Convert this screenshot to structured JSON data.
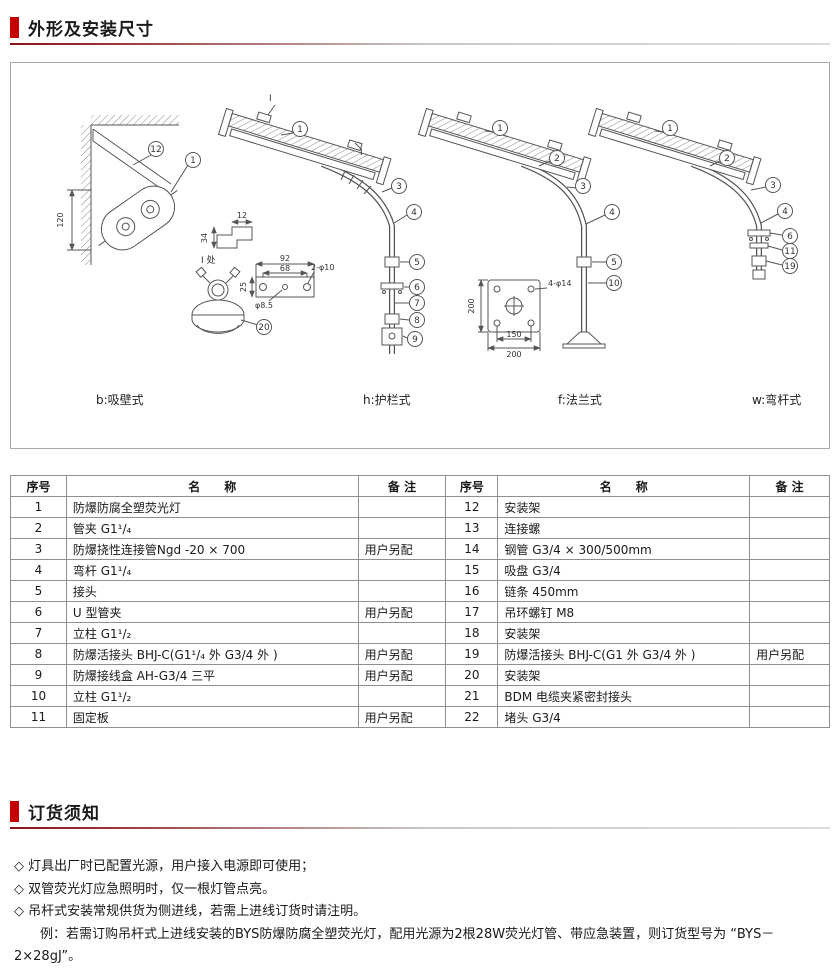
{
  "section1": {
    "title": "外形及安装尺寸"
  },
  "section2": {
    "title": "订货须知"
  },
  "diagrams": {
    "captions": [
      "b:吸壁式",
      "h:护栏式",
      "f:法兰式",
      "w:弯杆式"
    ],
    "a": {
      "dim_height": "120",
      "callout_12": "12",
      "callout_1": "1",
      "callout_20": "20",
      "detail_title": "Ⅰ 处",
      "dim_34": "34",
      "dim_12": "12",
      "dim_92": "92",
      "dim_68": "68",
      "dim_25": "25",
      "dim_holes": "2-φ10",
      "dim_hole_center": "φ8.5"
    },
    "b": {
      "label_i_left": "Ⅰ",
      "label_i_right": "Ⅰ",
      "callout_1": "1",
      "callout_3": "3",
      "callout_4": "4",
      "callout_5": "5",
      "callout_6": "6",
      "callout_7": "7",
      "callout_8": "8",
      "callout_9": "9"
    },
    "c": {
      "callout_1": "1",
      "callout_2": "2",
      "callout_3": "3",
      "callout_4": "4",
      "callout_5": "5",
      "callout_10": "10",
      "dim_200_left": "200",
      "dim_150": "150",
      "dim_200_bottom": "200",
      "dim_holes": "4-φ14"
    },
    "d": {
      "callout_1": "1",
      "callout_2": "2",
      "callout_3": "3",
      "callout_4": "4",
      "callout_6": "6",
      "callout_11": "11",
      "callout_19": "19"
    }
  },
  "table": {
    "headers": [
      "序号",
      "名　　称",
      "备 注"
    ],
    "left_rows": [
      {
        "no": "1",
        "name": "防爆防腐全塑荧光灯",
        "remark": ""
      },
      {
        "no": "2",
        "name": "管夹 G1¹/₄",
        "remark": ""
      },
      {
        "no": "3",
        "name": "防爆挠性连接管Ngd -20 × 700",
        "remark": "用户另配"
      },
      {
        "no": "4",
        "name": "弯杆 G1¹/₄",
        "remark": ""
      },
      {
        "no": "5",
        "name": "接头",
        "remark": ""
      },
      {
        "no": "6",
        "name": "U 型管夹",
        "remark": "用户另配"
      },
      {
        "no": "7",
        "name": "立柱 G1¹/₂",
        "remark": ""
      },
      {
        "no": "8",
        "name": "防爆活接头 BHJ-C(G1¹/₄ 外 G3/4 外 )",
        "remark": "用户另配"
      },
      {
        "no": "9",
        "name": "防爆接线盒 AH-G3/4 三平",
        "remark": "用户另配"
      },
      {
        "no": "10",
        "name": "立柱 G1¹/₂",
        "remark": ""
      },
      {
        "no": "11",
        "name": "固定板",
        "remark": "用户另配"
      }
    ],
    "right_rows": [
      {
        "no": "12",
        "name": "安装架",
        "remark": ""
      },
      {
        "no": "13",
        "name": "连接螺",
        "remark": ""
      },
      {
        "no": "14",
        "name": "钢管 G3/4 × 300/500mm",
        "remark": ""
      },
      {
        "no": "15",
        "name": "吸盘 G3/4",
        "remark": ""
      },
      {
        "no": "16",
        "name": "链条 450mm",
        "remark": ""
      },
      {
        "no": "17",
        "name": "吊环螺钉 M8",
        "remark": ""
      },
      {
        "no": "18",
        "name": "安装架",
        "remark": ""
      },
      {
        "no": "19",
        "name": "防爆活接头 BHJ-C(G1 外 G3/4 外 )",
        "remark": "用户另配"
      },
      {
        "no": "20",
        "name": "安装架",
        "remark": ""
      },
      {
        "no": "21",
        "name": "BDM 电缆夹紧密封接头",
        "remark": ""
      },
      {
        "no": "22",
        "name": "堵头 G3/4",
        "remark": ""
      }
    ]
  },
  "notes": {
    "items": [
      "◇ 灯具出厂时已配置光源，用户接入电源即可使用；",
      "◇ 双管荧光灯应急照明时，仅一根灯管点亮。",
      "◇ 吊杆式安装常规供货为侧进线，若需上进线订货时请注明。"
    ],
    "example": "例：若需订购吊杆式上进线安装的BYS防爆防腐全塑荧光灯，配用光源为2根28W荧光灯管、带应急装置，则订货型号为 “BYS－2×28gJ”。"
  }
}
